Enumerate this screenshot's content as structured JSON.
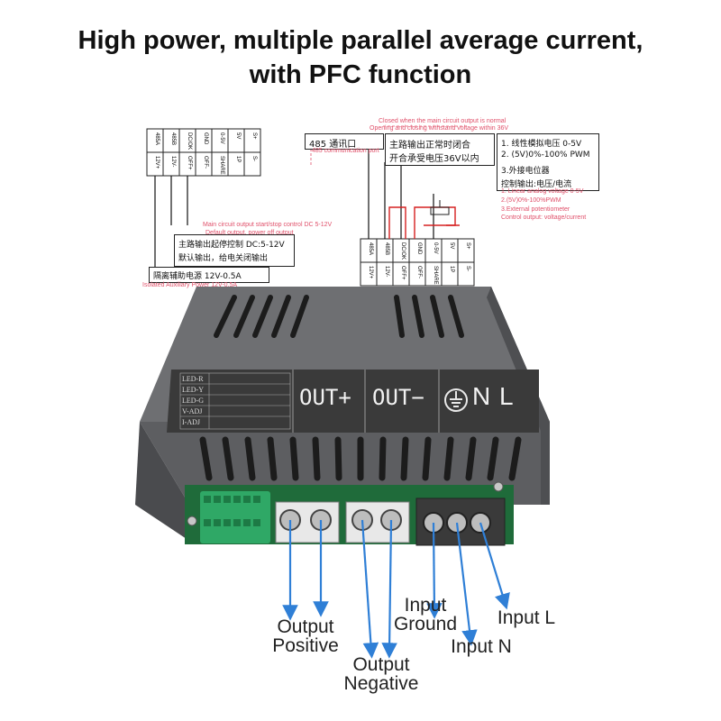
{
  "title": {
    "line1": "High power, multiple parallel average current,",
    "line2": "with PFC function"
  },
  "terminal_pins": [
    "485A",
    "485B",
    "DC/OK",
    "GND",
    "0-5V",
    "5V",
    "S+",
    "12V+",
    "12V-",
    "OFF+",
    "OFF-",
    "SHARE",
    "1P",
    "S-"
  ],
  "annotations": {
    "comm_cn": "485 通讯口",
    "comm_en": "485 communication port",
    "relay_en1": "Closed when the main circuit output is normal",
    "relay_en2": "Opening and closing withstand voltage within 36V",
    "relay_cn1": "主路输出正常时闭合",
    "relay_cn2": "开合承受电压36V以内",
    "ctrl_cn1": "1.  线性模拟电压 0-5V",
    "ctrl_cn2": "2.  (5V)0%-100% PWM",
    "ctrl_cn3": "3.外接电位器",
    "ctrl_cn4": "控制输出:电压/电流",
    "ctrl_en1": "1. Linear analog voltage 0-5V",
    "ctrl_en2": "2.(5V)0%-100%PWM",
    "ctrl_en3": "3.External potentiometer",
    "ctrl_en4": "Control output: voltage/current",
    "start_en1": "Main circuit output start/stop control DC 5-12V",
    "start_en2": "Default output, power off output",
    "start_cn1": "主路输出起停控制 DC:5-12V",
    "start_cn2": "默认输出，给电关闭输出",
    "aux_cn": "隔离辅助电源 12V-0.5A",
    "aux_en": "Isolated Auxiliary Power 12V-0.5A"
  },
  "panel": {
    "out_pos": "OUT+",
    "out_neg": "OUT−",
    "n_label": "N",
    "l_label": "L",
    "leds": [
      "LED-R",
      "LED-Y",
      "LED-G",
      "V-ADJ",
      "I-ADJ"
    ]
  },
  "callouts": {
    "output_positive": [
      "Output",
      "Positive"
    ],
    "output_negative": [
      "Output",
      "Negative"
    ],
    "input_ground": [
      "Input",
      "Ground"
    ],
    "input_n": "Input N",
    "input_l": "Input L"
  },
  "colors": {
    "case": "#6e6f72",
    "case_dark": "#3f4043",
    "label_panel": "#3a3a3a",
    "pcb": "#1f6b3a",
    "terminal_green": "#2fa866",
    "arrow_blue": "#2f7fd6",
    "pink_text": "#e0506a"
  }
}
